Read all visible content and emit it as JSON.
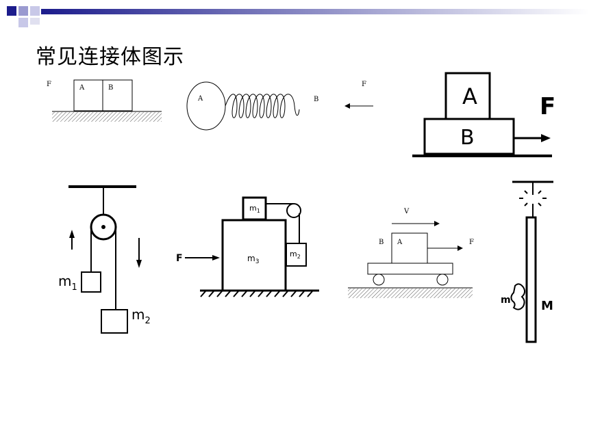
{
  "slide": {
    "title": "常见连接体图示"
  },
  "diagram1": {
    "label_f": "F",
    "label_a": "A",
    "label_b": "B"
  },
  "diagram2": {
    "label_a": "A",
    "label_b": "B",
    "label_f": "F"
  },
  "diagram3": {
    "label_a": "A",
    "label_b": "B",
    "label_f": "F"
  },
  "diagram4": {
    "label_m1": "m",
    "label_m1_sub": "1",
    "label_m2": "m",
    "label_m2_sub": "2"
  },
  "diagram5": {
    "label_f": "F",
    "label_m1": "m",
    "label_m1_sub": "1",
    "label_m2": "m",
    "label_m2_sub": "2",
    "label_m3": "m",
    "label_m3_sub": "3"
  },
  "diagram6": {
    "label_v": "V",
    "label_b": "B",
    "label_a": "A",
    "label_f": "F"
  },
  "diagram7": {
    "label_m": "m",
    "label_M": "M"
  },
  "theme": {
    "header_blue": "#1c1c8c",
    "header_fade": "#e8e8f8"
  }
}
